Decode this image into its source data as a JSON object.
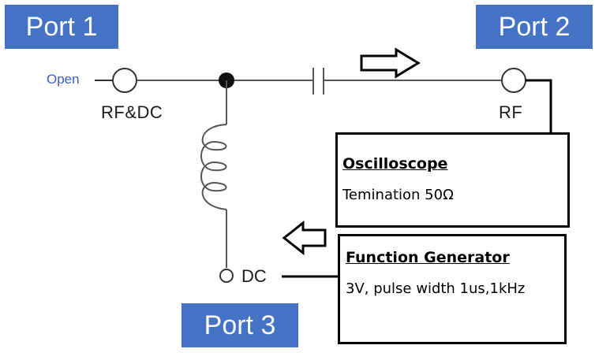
{
  "ports": {
    "port1": "Port 1",
    "port2": "Port 2",
    "port3": "Port 3"
  },
  "terminals": {
    "open": "Open",
    "rf_dc": "RF&DC",
    "rf": "RF",
    "dc": "DC"
  },
  "oscilloscope": {
    "title": "Oscilloscope",
    "text": "Temination  50Ω"
  },
  "function_generator": {
    "title": "Function Generator",
    "text": "3V, pulse width 1us,1kHz"
  },
  "colors": {
    "port_fill": "#4472c4",
    "open_label": "#3b5fc9",
    "line": "#000000"
  }
}
